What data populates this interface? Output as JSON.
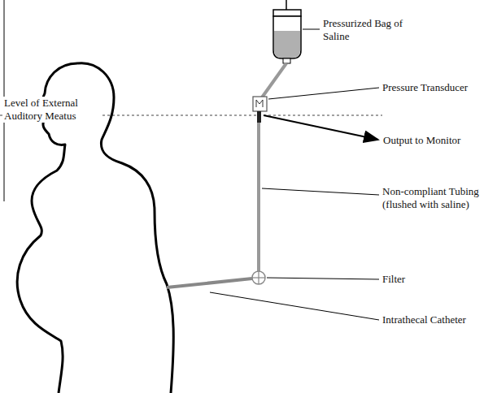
{
  "diagram": {
    "labels": [
      "Level of External Auditory Meatus",
      "Pressurized Bag of Saline",
      "Pressure Transducer",
      "Output to Monitor",
      "Non-compliant Tubing (flushed with saline)",
      "Filter",
      "Intrathecal Catheter"
    ]
  }
}
